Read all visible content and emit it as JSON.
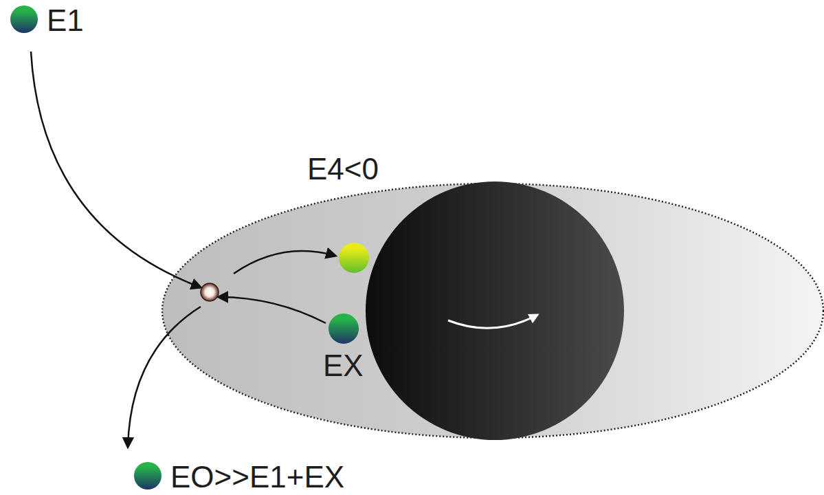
{
  "diagram": {
    "labels": [
      "E1",
      "E4<0",
      "EX",
      "EO>>E1+EX"
    ]
  }
}
